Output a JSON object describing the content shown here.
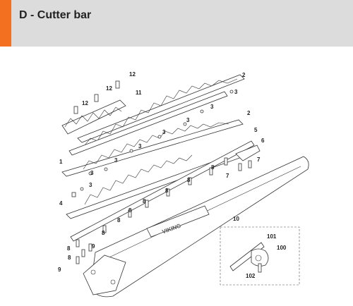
{
  "header": {
    "title": "D - Cutter bar",
    "accent_color": "#f37021",
    "background_color": "#dcdcdc"
  },
  "callouts": [
    "1",
    "2",
    "2",
    "3",
    "3",
    "3",
    "3",
    "3",
    "3",
    "3",
    "3",
    "4",
    "5",
    "6",
    "7",
    "7",
    "8",
    "8",
    "8",
    "8",
    "8",
    "8",
    "8",
    "8",
    "8",
    "9",
    "9",
    "10",
    "11",
    "12",
    "12",
    "12",
    "100",
    "101",
    "102"
  ],
  "brand_mark": "VIKING"
}
